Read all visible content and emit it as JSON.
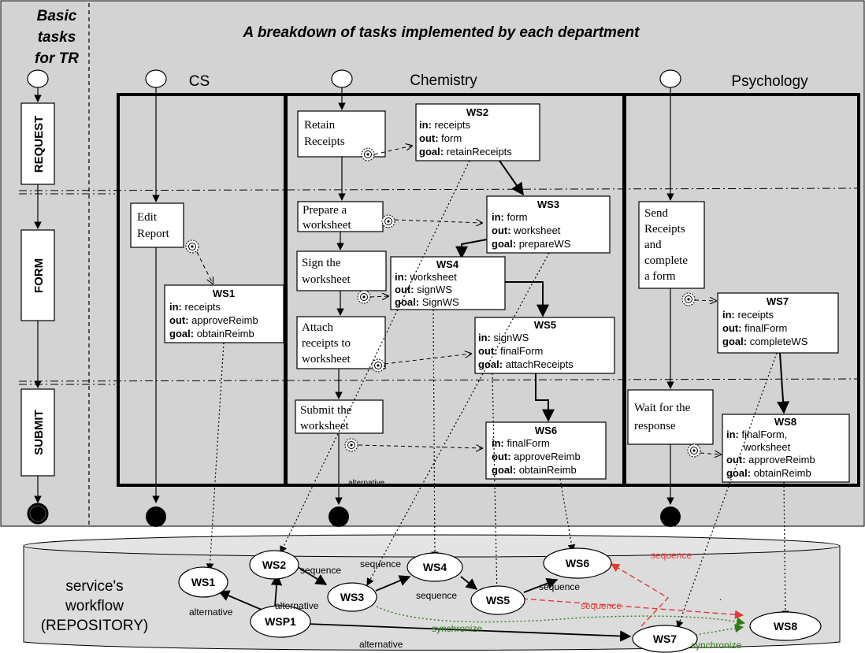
{
  "header": {
    "basic_tasks": [
      "Basic",
      "tasks",
      "for TR"
    ],
    "title": "A breakdown of tasks implemented by each department"
  },
  "departments": {
    "cs": "CS",
    "chemistry": "Chemistry",
    "psychology": "Psychology"
  },
  "phases": [
    "REQUEST",
    "FORM",
    "SUBMIT"
  ],
  "tasks": {
    "cs_edit": [
      "Edit",
      "Report"
    ],
    "retain": [
      "Retain",
      "Receipts"
    ],
    "prepare": [
      "Prepare a",
      "worksheet"
    ],
    "sign": [
      "Sign the",
      "worksheet"
    ],
    "attach": [
      "Attach",
      "receipts to",
      "worksheet"
    ],
    "submit": [
      "Submit the",
      "worksheet"
    ],
    "psych_send": [
      "Send",
      "Receipts",
      "and",
      "complete",
      "a form"
    ],
    "psych_wait": [
      "Wait for the",
      "response"
    ]
  },
  "labels_kw": {
    "in": "in:",
    "out": "out:",
    "goal": "goal:"
  },
  "services": {
    "ws1": {
      "name": "WS1",
      "in": "receipts",
      "out": "approveReimb",
      "goal": "obtainReimb"
    },
    "ws2": {
      "name": "WS2",
      "in": "receipts",
      "out": "form",
      "goal": "retainReceipts"
    },
    "ws3": {
      "name": "WS3",
      "in": "form",
      "out": "worksheet",
      "goal": "prepareWS"
    },
    "ws4": {
      "name": "WS4",
      "in": "worksheet",
      "out": "signWS",
      "goal": "SignWS"
    },
    "ws5": {
      "name": "WS5",
      "in": "signWS",
      "out": "finalForm",
      "goal": "attachReceipts"
    },
    "ws6": {
      "name": "WS6",
      "in": "finalForm",
      "out": "approveReimb",
      "goal": "obtainReimb"
    },
    "ws7": {
      "name": "WS7",
      "in": "receipts",
      "out": "finalForm",
      "goal": "completeWS"
    },
    "ws8": {
      "name": "WS8",
      "in": "finalForm,",
      "in2": "worksheet",
      "out": "approveReimb",
      "goal": "obtainReimb"
    }
  },
  "alt_small": "alternative",
  "repository": {
    "label": [
      "service's",
      "workflow",
      "(REPOSITORY)"
    ],
    "nodes": {
      "ws1": "WS1",
      "ws2": "WS2",
      "ws3": "WS3",
      "ws4": "WS4",
      "ws5": "WS5",
      "ws6": "WS6",
      "ws7": "WS7",
      "ws8": "WS8",
      "wsp1": "WSP1"
    },
    "edges": {
      "seq1": "sequence",
      "seq2": "sequence",
      "seq3": "sequence",
      "seq4": "sequence",
      "seq_red1": "sequence",
      "seq_red2": "sequence",
      "alt1": "alternative",
      "alt2": "alternative",
      "alt3": "alternative",
      "sync1": "synchronize",
      "sync2": "synchronize"
    },
    "dot": "."
  },
  "colors": {
    "panel": "#d3d3d3",
    "sequence_red": "#e53935",
    "synchronize_green": "#2e7d1a"
  }
}
